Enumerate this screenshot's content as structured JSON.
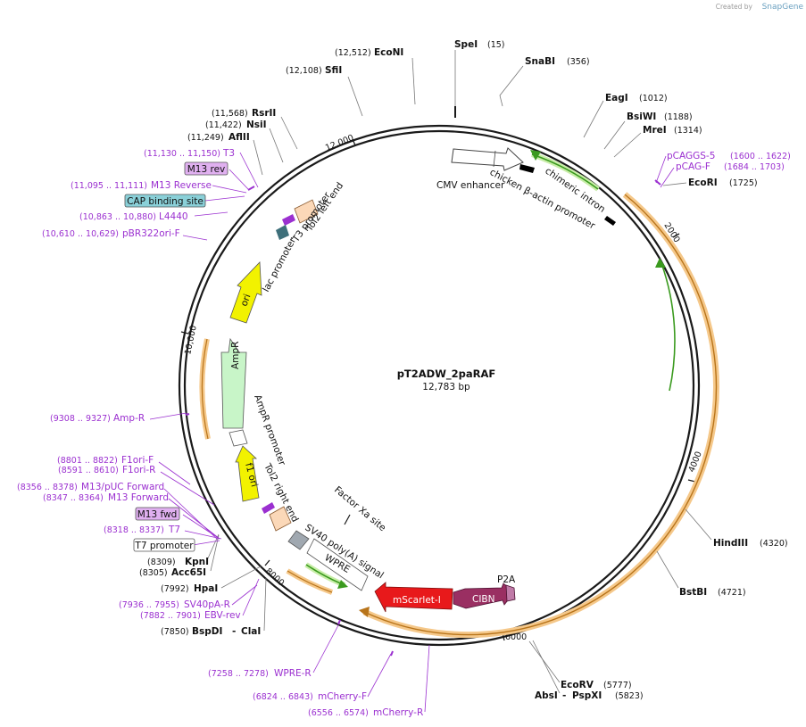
{
  "credit": {
    "prefix": "Created by",
    "brand": "SnapGene"
  },
  "plasmid": {
    "name": "pT2ADW_2paRAF",
    "length_label": "12,783 bp"
  },
  "ticks": [
    "2000",
    "4000",
    "6000",
    "8000",
    "10,000",
    "12,000"
  ],
  "enzymes": {
    "econi": {
      "pos": "(12,512)",
      "name": "EcoNI"
    },
    "sfii": {
      "pos": "(12,108)",
      "name": "SfiI"
    },
    "spei": {
      "name": "SpeI",
      "pos": "(15)"
    },
    "snabi": {
      "name": "SnaBI",
      "pos": "(356)"
    },
    "eagi": {
      "name": "EagI",
      "pos": "(1012)"
    },
    "bsiwi": {
      "name": "BsiWI",
      "pos": "(1188)"
    },
    "mrei": {
      "name": "MreI",
      "pos": "(1314)"
    },
    "ecori": {
      "name": "EcoRI",
      "pos": "(1725)"
    },
    "hindiii": {
      "name": "HindIII",
      "pos": "(4320)"
    },
    "bstbi": {
      "name": "BstBI",
      "pos": "(4721)"
    },
    "ecorv": {
      "name": "EcoRV",
      "pos": "(5777)"
    },
    "absi": {
      "name": "AbsI",
      "sep": "-",
      "name2": "PspXI",
      "pos": "(5823)"
    },
    "rsrii": {
      "pos": "(11,568)",
      "name": "RsrII"
    },
    "nsii": {
      "pos": "(11,422)",
      "name": "NsiI"
    },
    "aflii": {
      "pos": "(11,249)",
      "name": "AflII"
    },
    "kpni": {
      "pos": "(8309)",
      "name": "KpnI"
    },
    "acc65i": {
      "pos": "(8305)",
      "name": "Acc65I"
    },
    "hpai": {
      "pos": "(7992)",
      "name": "HpaI"
    },
    "bspdi": {
      "pos": "(7850)",
      "name": "BspDI",
      "sep": "-",
      "name2": "ClaI"
    }
  },
  "primers": {
    "t3": {
      "pos": "(11,130 .. 11,150)",
      "name": "T3"
    },
    "m13rev_box": "M13 rev",
    "m13reverse": {
      "pos": "(11,095 .. 11,111)",
      "name": "M13 Reverse"
    },
    "cap_box": "CAP binding site",
    "l4440": {
      "pos": "(10,863 .. 10,880)",
      "name": "L4440"
    },
    "pbr322": {
      "pos": "(10,610 .. 10,629)",
      "name": "pBR322ori-F"
    },
    "pcaggs5": {
      "name": "pCAGGS-5",
      "pos": "(1600 .. 1622)"
    },
    "pcagf": {
      "name": "pCAG-F",
      "pos": "(1684 .. 1703)"
    },
    "ampr": {
      "pos": "(9308 .. 9327)",
      "name": "Amp-R"
    },
    "f1orif": {
      "pos": "(8801 .. 8822)",
      "name": "F1ori-F"
    },
    "f1orir": {
      "pos": "(8591 .. 8610)",
      "name": "F1ori-R"
    },
    "m13puc": {
      "pos": "(8356 .. 8378)",
      "name": "M13/pUC Forward"
    },
    "m13fwd": {
      "pos": "(8347 .. 8364)",
      "name": "M13 Forward"
    },
    "m13fwd_box": "M13 fwd",
    "t7": {
      "pos": "(8318 .. 8337)",
      "name": "T7"
    },
    "t7prom_box": "T7 promoter",
    "sv40pa": {
      "pos": "(7936 .. 7955)",
      "name": "SV40pA-R"
    },
    "ebvrev": {
      "pos": "(7882 .. 7901)",
      "name": "EBV-rev"
    },
    "wprer": {
      "pos": "(7258 .. 7278)",
      "name": "WPRE-R"
    },
    "mcherryf": {
      "pos": "(6824 .. 6843)",
      "name": "mCherry-F"
    },
    "mcherryr": {
      "pos": "(6556 .. 6574)",
      "name": "mCherry-R"
    }
  },
  "features": {
    "cmv": "CMV enhancer",
    "cba": "chicken β-actin promoter",
    "chimeric": "chimeric intron",
    "tol2left": "Tol2 left end",
    "t3prom": "T3 promoter",
    "lacprom": "lac promoter",
    "ori": "ori",
    "ampr": "AmpR",
    "ampr_prom": "AmpR promoter",
    "f1ori": "f1 ori",
    "tol2right": "Tol2 right end",
    "factorxa": "Factor Xa site",
    "sv40": "SV40 poly(A) signal",
    "wpre": "WPRE",
    "p2a": "P2A",
    "mscarlet": "mScarlet-I",
    "cibn": "CIBN"
  },
  "colors": {
    "backbone": "#1a1a1a",
    "primer": "#9b30d0",
    "orf_highlight": "#f5c88a",
    "orf_line": "#b8741a",
    "green": "#3a9a1e",
    "ori": "#f2f200",
    "ampr": "#c8f5c8",
    "tol2": "#fbd8b8",
    "mscarlet": "#e8191b",
    "cibn": "#9a2f62",
    "p2a": "#c07ba8",
    "cap_box": "#8ad0d8",
    "m13_box": "#e0b0f0"
  }
}
